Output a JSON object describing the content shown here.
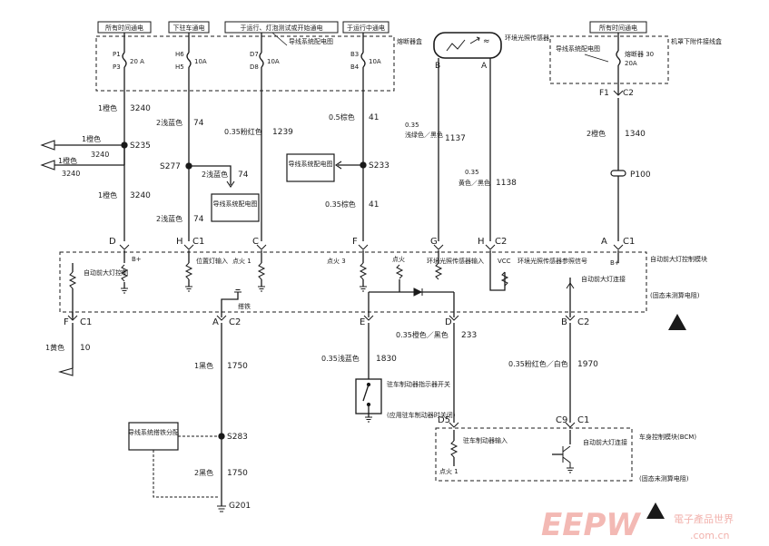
{
  "fuse_block": {
    "headers": [
      "所有时间通电",
      "下驻车通电",
      "于运行、灯泡测试或开始通电",
      "于运行中通电"
    ],
    "name": "熔断器盒",
    "fuse1": {
      "in_pin": "P1",
      "out_pin": "P3",
      "rating": "20 A"
    },
    "fuse2": {
      "in_pin": "H6",
      "out_pin": "H5",
      "rating": "10A"
    },
    "fuse3": {
      "in_pin": "D7",
      "out_pin": "D8",
      "rating": "10A",
      "ref": "导线系统配电图"
    },
    "fuse4": {
      "in_pin": "B3",
      "out_pin": "B4",
      "rating": "10A"
    }
  },
  "sensor": {
    "name": "环境光照传感器",
    "pin_b": "B",
    "pin_a": "A"
  },
  "underhood": {
    "header": "所有时间通电",
    "ref": "导线系统配电图",
    "fuse_label": "熔断器 30",
    "rating": "20A",
    "name": "机罩下附件接线盒",
    "pin1": "F1",
    "pin2": "C2"
  },
  "wires": {
    "w3240_color": "1橙色",
    "w3240": "3240",
    "w74_color": "2浅蓝色",
    "w74": "74",
    "w1239_color": "0.35粉红色",
    "w1239": "1239",
    "w41_color": "0.5棕色",
    "w41": "41",
    "w41b_color": "0.35棕色",
    "w1137_size": "0.35",
    "w1137_color": "浅绿色／黑色",
    "w1137": "1137",
    "w1138_size": "0.35",
    "w1138_color": "黄色／黑色",
    "w1138": "1138",
    "w1340_color": "2橙色",
    "w1340": "1340",
    "w10_color": "1黄色",
    "w10": "10",
    "w1750a_color": "1黑色",
    "w1750": "1750",
    "w1750b_color": "2黑色",
    "w1830_color": "0.35浅蓝色",
    "w1830": "1830",
    "w233_color": "0.35橙色／黑色",
    "w233": "233",
    "w1970_color": "0.35粉红色／白色",
    "w1970": "1970",
    "left_color_top": "1橙色",
    "left_color_bottom": "1橙色"
  },
  "splices": {
    "s235": "S235",
    "s277": "S277",
    "s233": "S233",
    "p100": "P100",
    "s283": "S283",
    "g201": "G201"
  },
  "refs": {
    "wiring": "导线系统配电图",
    "ground": "导线系统搭铁分配"
  },
  "module": {
    "name": "自动前大灯控制模块",
    "note": "(固态未测算电阻)",
    "top_pins": {
      "d": "D",
      "h": "H",
      "c1a": "C1",
      "c": "C",
      "f": "F",
      "g": "G",
      "h2": "H",
      "c2": "C2",
      "a": "A",
      "c1b": "C1"
    },
    "labels": {
      "bplus": "B+",
      "headlamp_ctrl": "自动前大灯控制",
      "position_lamp": "位置灯输入",
      "ignition1": "点火 1",
      "ignition3": "点火 3",
      "ignition": "点火",
      "sensor_input": "环境光照传感器输入",
      "vcc": "VCC",
      "sensor_ref": "环境光照传感器参照信号",
      "headlamp_link": "自动前大灯连接",
      "ground": "搭铁"
    },
    "bottom_pins": {
      "f": "F",
      "c1": "C1",
      "a": "A",
      "c2": "C2",
      "e": "E",
      "d": "D",
      "b": "B",
      "c2b": "C2"
    }
  },
  "brake_switch": {
    "name": "驻车制动器指示器开关",
    "note": "(应用驻车制动器时关闭)"
  },
  "bcm": {
    "name": "车身控制模块(BCM)",
    "note": "(固态未测算电阻)",
    "pin_d5": "D5",
    "pin_c9": "C9",
    "pin_c1": "C1",
    "brake_input": "驻车制动器输入",
    "headlamp_link": "自动前大灯连接",
    "ignition": "点火 1"
  },
  "watermark": {
    "logo": "EEPW",
    "cn": "電子產品世界",
    "url": ".com.cn"
  }
}
